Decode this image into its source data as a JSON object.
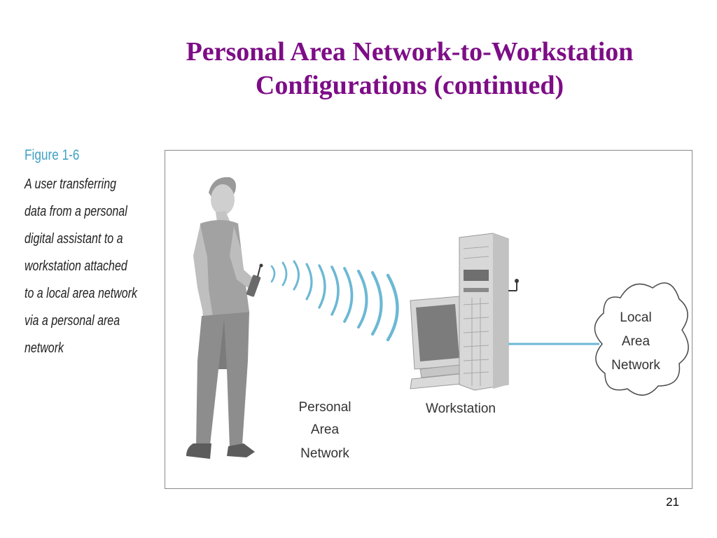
{
  "slide": {
    "title_line1": "Personal Area Network-to-Workstation",
    "title_line2": "Configurations (continued)",
    "page_number": "21"
  },
  "caption": {
    "label": "Figure 1-6",
    "lines": [
      "A user transferring",
      "data from a personal",
      "digital assistant to a",
      "workstation attached",
      "to a local area network",
      "via a personal area",
      "network"
    ]
  },
  "diagram": {
    "pan_label": [
      "Personal",
      "Area",
      "Network"
    ],
    "workstation_label": "Workstation",
    "lan_label": [
      "Local",
      "Area",
      "Network"
    ],
    "colors": {
      "title": "#7d0d86",
      "figure_label": "#3fa1c4",
      "signal_waves": "#6cb8d4",
      "lan_link": "#6cb8d4",
      "person": "#8a8a8a",
      "equipment": "#d4d4d4"
    }
  }
}
